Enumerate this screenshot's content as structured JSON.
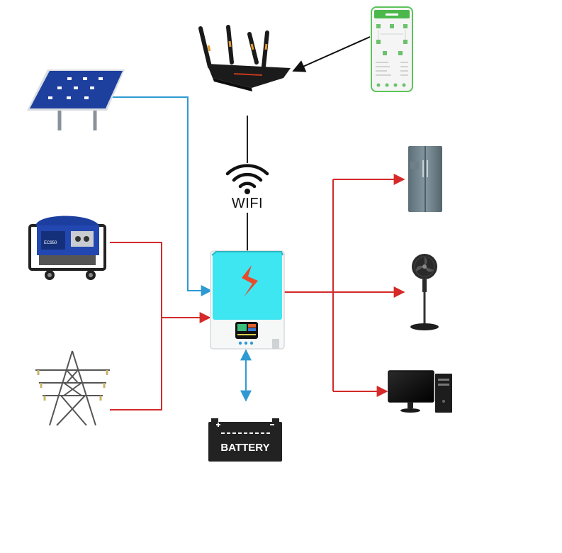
{
  "diagram": {
    "wifi_label": "WIFI",
    "battery_label": "BATTERY",
    "generator_badge": "EC950"
  },
  "colors": {
    "ac_line": "#d42a2a",
    "pv_line": "#2f9ad2",
    "data_line": "#222222",
    "inverter_body": "#3ee6f2",
    "inverter_logo": "#e84a2a",
    "solar_cell": "#1d3f9e",
    "battery_body": "#222222"
  },
  "icons": [
    "solar-panel-icon",
    "generator-icon",
    "power-pylon-icon",
    "router-icon",
    "smartphone-app-icon",
    "wifi-icon",
    "inverter-icon",
    "battery-icon",
    "refrigerator-icon",
    "fan-icon",
    "computer-icon"
  ]
}
